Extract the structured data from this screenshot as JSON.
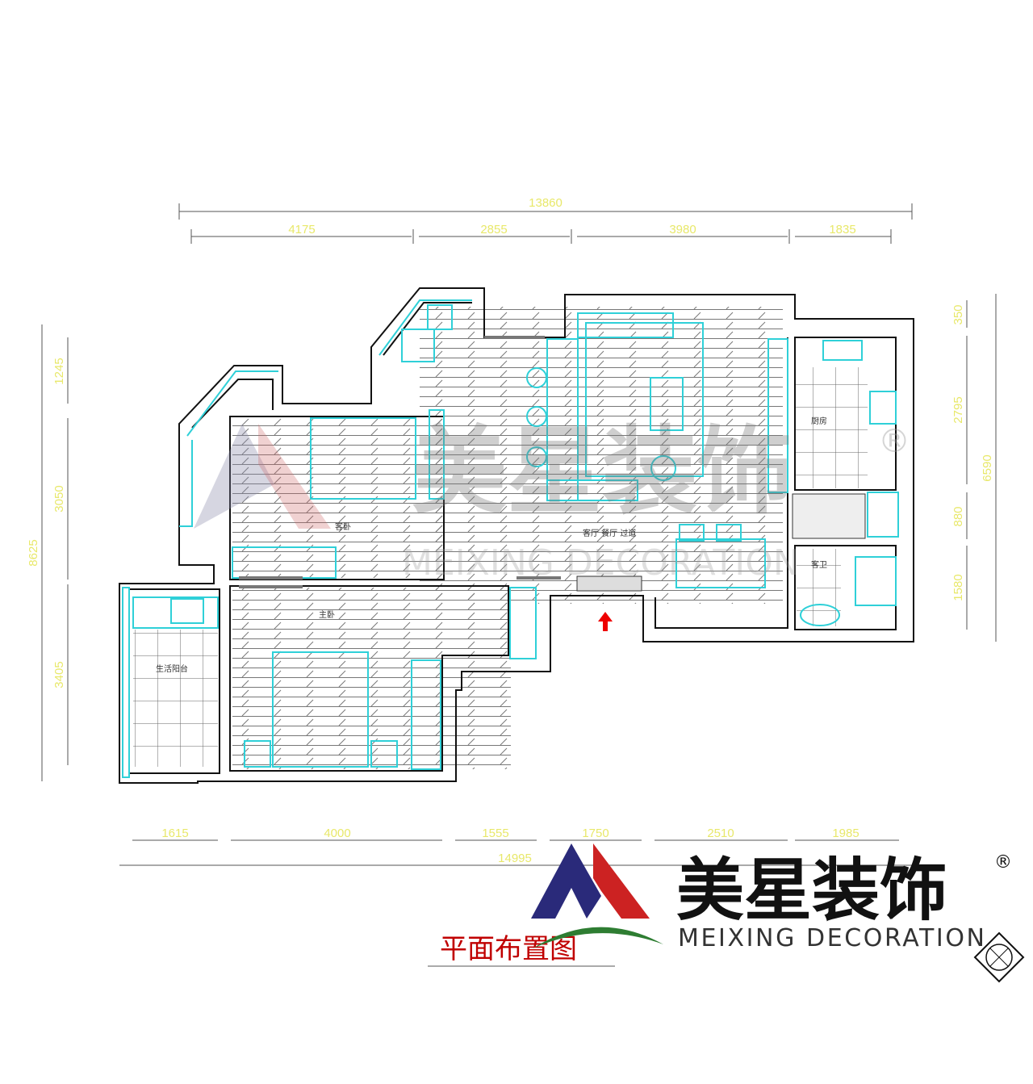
{
  "drawing": {
    "title": "平面布置图",
    "top_dimensions": {
      "total": "13860",
      "segments": [
        "4175",
        "2855",
        "3980",
        "1835"
      ]
    },
    "bottom_dimensions": {
      "total": "14995",
      "segments": [
        "1615",
        "4000",
        "1555",
        "1750",
        "2510",
        "1985"
      ]
    },
    "left_dimensions": {
      "total": "8625",
      "segments": [
        "1245",
        "3050",
        "3405"
      ]
    },
    "right_dimensions": {
      "total": "6590",
      "segments": [
        "350",
        "2795",
        "880",
        "1580"
      ]
    },
    "rooms": {
      "guest_bedroom": "客卧",
      "master_bedroom": "主卧",
      "living_dining": "客厅 餐厅 过道",
      "kitchen": "厨房",
      "bathroom": "客卫",
      "balcony": "生活阳台"
    },
    "entrance_arrow_color": "#ee0000",
    "wall_color": "#111111",
    "furniture_color": "#2fd0d8",
    "dimension_text_color": "#e8e86a"
  },
  "brand": {
    "name_cn": "美星装饰",
    "name_en": "MEIXING DECORATION",
    "registered_mark": "®",
    "logo_colors": {
      "left": "#2a2a7a",
      "right": "#cc2222",
      "swoosh": "#2e7d32"
    }
  }
}
